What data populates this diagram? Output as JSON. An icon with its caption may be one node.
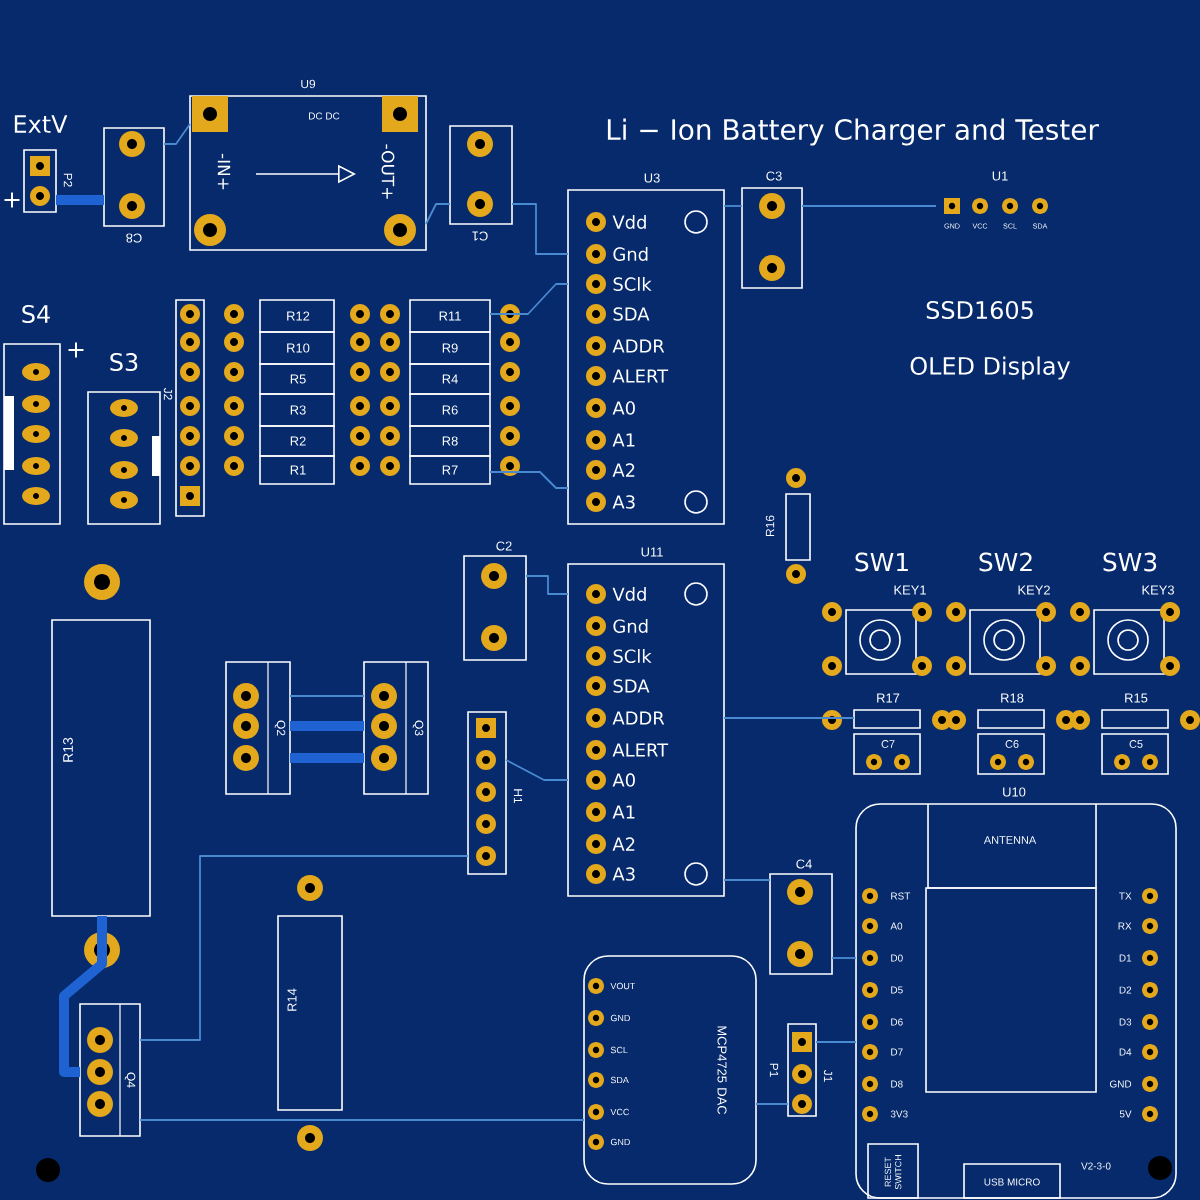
{
  "diagram": {
    "title": "Li − Ion Battery Charger and Tester",
    "nodes": [
      {
        "text": [
          "P2"
        ],
        "beside": [
          "+"
        ]
      },
      {
        "text": [
          "C8"
        ]
      },
      {
        "text": [
          "U9",
          "DC DC",
          "-IN+",
          "-OUT+"
        ]
      },
      {
        "text": [
          "C1"
        ]
      },
      {
        "text": [
          "U3",
          "Vdd",
          "Gnd",
          "SClk",
          "SDA",
          "ADDR",
          "ALERT",
          "A0",
          "A1",
          "A2",
          "A3"
        ]
      },
      {
        "text": [
          "C3"
        ]
      },
      {
        "text": [
          "U1",
          "GND",
          "VCC",
          "SCL",
          "SDA"
        ]
      },
      {
        "text": [
          "S4"
        ]
      },
      {
        "text": [
          "S3"
        ]
      },
      {
        "text": [
          "J2"
        ]
      },
      {
        "text": [
          "R12"
        ]
      },
      {
        "text": [
          "R10"
        ]
      },
      {
        "text": [
          "R5"
        ]
      },
      {
        "text": [
          "R3"
        ]
      },
      {
        "text": [
          "R2"
        ]
      },
      {
        "text": [
          "R1"
        ]
      },
      {
        "text": [
          "R11"
        ]
      },
      {
        "text": [
          "R9"
        ]
      },
      {
        "text": [
          "R4"
        ]
      },
      {
        "text": [
          "R6"
        ]
      },
      {
        "text": [
          "R8"
        ]
      },
      {
        "text": [
          "R7"
        ]
      },
      {
        "text": [
          "U11",
          "Vdd",
          "Gnd",
          "SClk",
          "SDA",
          "ADDR",
          "ALERT",
          "A0",
          "A1",
          "A2",
          "A3"
        ]
      },
      {
        "text": [
          "C2"
        ]
      },
      {
        "text": [
          "R16"
        ]
      },
      {
        "text": [
          "SW1",
          "KEY1"
        ]
      },
      {
        "text": [
          "SW2",
          "KEY2"
        ]
      },
      {
        "text": [
          "SW3",
          "KEY3"
        ]
      },
      {
        "text": [
          "R17"
        ]
      },
      {
        "text": [
          "C7"
        ]
      },
      {
        "text": [
          "R18"
        ]
      },
      {
        "text": [
          "C6"
        ]
      },
      {
        "text": [
          "R15"
        ]
      },
      {
        "text": [
          "C5"
        ]
      },
      {
        "text": [
          "R13"
        ]
      },
      {
        "text": [
          "Q2"
        ]
      },
      {
        "text": [
          "Q3"
        ]
      },
      {
        "text": [
          "H1"
        ]
      },
      {
        "text": [
          "R14"
        ]
      },
      {
        "text": [
          "Q4"
        ]
      },
      {
        "text": [
          "VOUT",
          "GND",
          "SCL",
          "SDA",
          "VCC",
          "GND",
          "MCP4725 DAC"
        ]
      },
      {
        "text": [
          "C4"
        ]
      },
      {
        "text": [
          "J1",
          "P1"
        ]
      },
      {
        "text": [
          "U10",
          "ANTENNA",
          "RST",
          "A0",
          "D0",
          "D5",
          "D6",
          "D7",
          "D8",
          "3V3",
          "TX",
          "RX",
          "D1",
          "D2",
          "D3",
          "D4",
          "GND",
          "5V",
          "V2-3-0",
          "RESET SWITCH",
          "USB MICRO"
        ]
      }
    ],
    "edges": [
      {
        "from": 0,
        "to": 1,
        "arrow": "none",
        "style": "thick"
      },
      {
        "from": 1,
        "to": 2,
        "arrow": "none"
      },
      {
        "from": 2,
        "to": 3,
        "arrow": "none"
      },
      {
        "from": 3,
        "to": 4,
        "arrow": "none"
      },
      {
        "from": 4,
        "to": 5,
        "arrow": "none"
      },
      {
        "from": 5,
        "to": 6,
        "arrow": "none"
      },
      {
        "from": 23,
        "to": 22,
        "arrow": "none"
      },
      {
        "from": 35,
        "to": 36,
        "arrow": "none"
      },
      {
        "from": 35,
        "to": 36,
        "arrow": "none",
        "style": "thick"
      },
      {
        "from": 35,
        "to": 36,
        "arrow": "none",
        "style": "thick"
      },
      {
        "from": 34,
        "to": 39,
        "arrow": "none",
        "style": "thick"
      },
      {
        "from": 39,
        "to": 37,
        "arrow": "none"
      },
      {
        "from": 39,
        "to": 40,
        "arrow": "none"
      },
      {
        "from": 37,
        "to": 22,
        "arrow": "none"
      },
      {
        "from": 22,
        "to": 41,
        "arrow": "none"
      },
      {
        "from": 41,
        "to": 43,
        "arrow": "none"
      },
      {
        "from": 42,
        "to": 43,
        "arrow": "none"
      },
      {
        "from": 40,
        "to": 42,
        "arrow": "none"
      },
      {
        "from": 22,
        "to": 28,
        "arrow": "none"
      },
      {
        "from": 16,
        "to": 4,
        "arrow": "none"
      },
      {
        "from": 21,
        "to": 4,
        "arrow": "none"
      }
    ],
    "labels": [
      "ExtV",
      "SSD1605",
      "+",
      "OLED Display"
    ]
  }
}
